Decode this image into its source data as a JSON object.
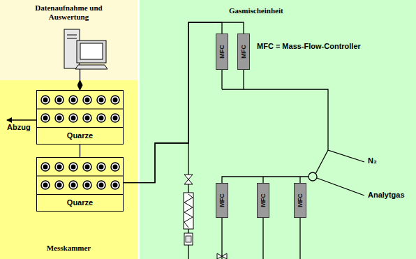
{
  "diagram": {
    "nodes": [
      {
        "text": [
          "Datenaufnahme und Auswertung"
        ]
      },
      {
        "text": [
          "Messkammer"
        ]
      },
      {
        "text": [
          "Quarze"
        ],
        "in": 1
      },
      {
        "text": [
          "Quarze"
        ],
        "in": 1
      },
      {
        "text": [
          "Gasmischeinheit"
        ]
      },
      {
        "text": [
          "MFC"
        ],
        "in": 4
      },
      {
        "text": [
          "MFC"
        ],
        "in": 4
      },
      {
        "text": [
          "MFC"
        ],
        "in": 4
      },
      {
        "text": [
          "MFC"
        ],
        "in": 4
      },
      {
        "text": [
          "MFC"
        ],
        "in": 4
      }
    ],
    "edges": [
      {
        "from": 0,
        "to": 2,
        "arrow": "both"
      },
      {
        "from": 2,
        "to": 3,
        "arrow": "none"
      },
      {
        "from": 3,
        "to": 5,
        "arrow": "none"
      },
      {
        "from": 3,
        "to": 6,
        "arrow": "none"
      }
    ],
    "labels": [
      "Abzug",
      "MFC = Mass-Flow-Controller",
      "N₂",
      "Analytgas"
    ]
  }
}
